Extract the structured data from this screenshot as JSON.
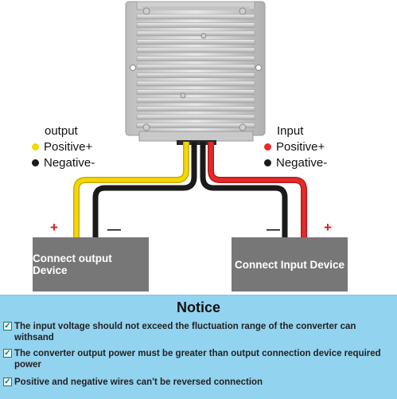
{
  "output_legend": {
    "title": "output",
    "positive": "Positive+",
    "negative": "Negative-"
  },
  "input_legend": {
    "title": "Input",
    "positive": "Positive+",
    "negative": "Negative-"
  },
  "devices": {
    "output": "Connect output Device",
    "input": "Connect Input Device"
  },
  "polarity": {
    "plus": "+",
    "minus": "—"
  },
  "notice": {
    "title": "Notice",
    "items": [
      "The input voltage should not exceed the fluctuation range of the converter can withsand",
      "The converter output power must be greater than output connection device required power",
      "Positive and negative wires can't be reversed connection"
    ]
  },
  "colors": {
    "positive_output_wire": "#f5d800",
    "positive_input_wire": "#e52a2a",
    "negative_wire": "#1a1a1a",
    "device_box": "#777777",
    "notice_background": "#92d3ef",
    "plus_sign": "#d42020"
  },
  "icons": [
    "converter-image",
    "check-icon"
  ]
}
